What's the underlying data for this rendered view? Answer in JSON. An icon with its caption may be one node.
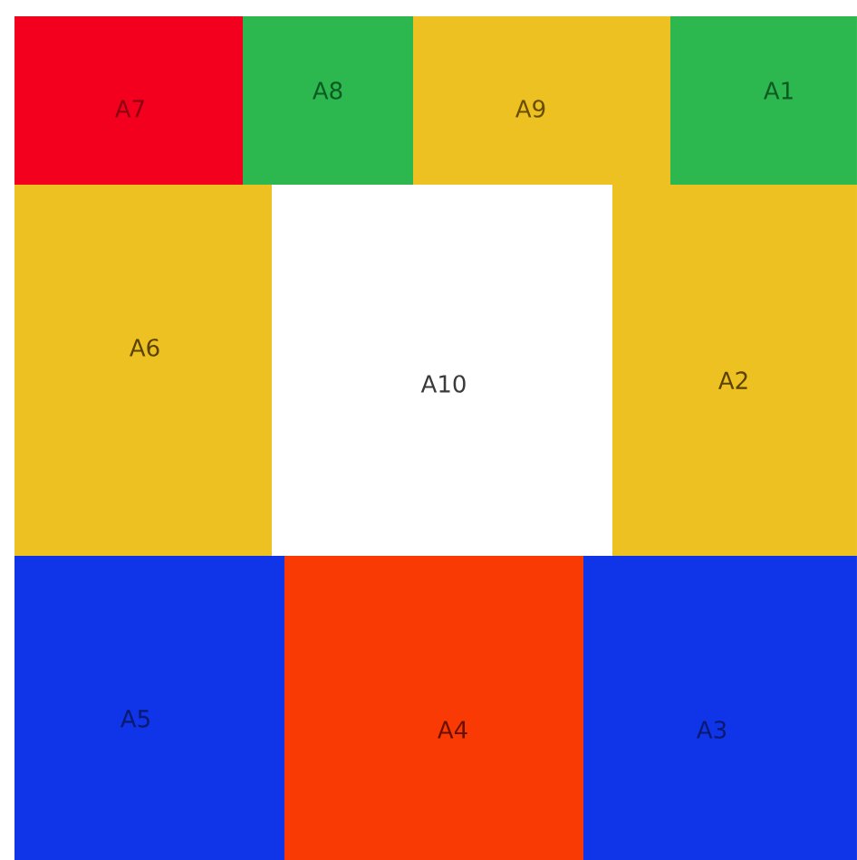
{
  "diagram": {
    "nodes": [
      {
        "text": [
          "A7"
        ]
      },
      {
        "text": [
          "A8"
        ]
      },
      {
        "text": [
          "A9"
        ]
      },
      {
        "text": [
          "A1"
        ]
      },
      {
        "text": [
          "A6"
        ]
      },
      {
        "text": [
          "A10"
        ]
      },
      {
        "text": [
          "A2"
        ]
      },
      {
        "text": [
          "A5"
        ]
      },
      {
        "text": [
          "A4"
        ]
      },
      {
        "text": [
          "A3"
        ]
      }
    ]
  }
}
